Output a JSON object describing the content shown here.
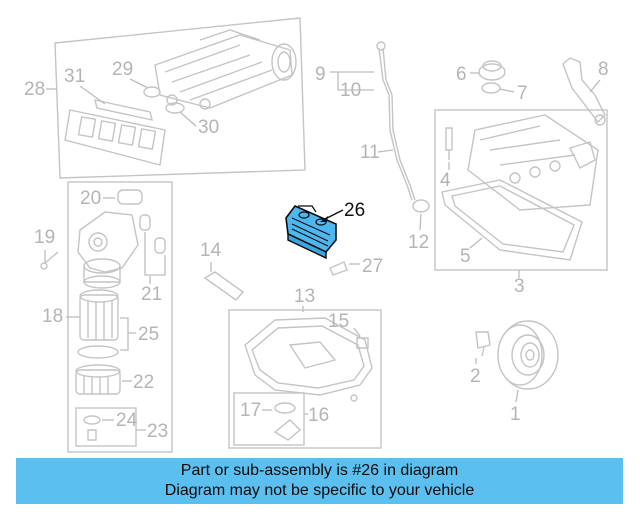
{
  "diagram": {
    "highlight_color": "#4db8f0",
    "callouts": {
      "c1": "1",
      "c2": "2",
      "c3": "3",
      "c4": "4",
      "c5": "5",
      "c6": "6",
      "c7": "7",
      "c8": "8",
      "c9": "9",
      "c10": "10",
      "c11": "11",
      "c12": "12",
      "c13": "13",
      "c14": "14",
      "c15": "15",
      "c16": "16",
      "c17": "17",
      "c18": "18",
      "c19": "19",
      "c20": "20",
      "c21": "21",
      "c22": "22",
      "c23": "23",
      "c24": "24",
      "c25": "25",
      "c26": "26",
      "c27": "27",
      "c28": "28",
      "c29": "29",
      "c30": "30",
      "c31": "31"
    }
  },
  "banner": {
    "line1": "Part or sub-assembly is #26 in diagram",
    "line2": "Diagram may not be specific to your vehicle",
    "color": "#5bc0f0"
  }
}
